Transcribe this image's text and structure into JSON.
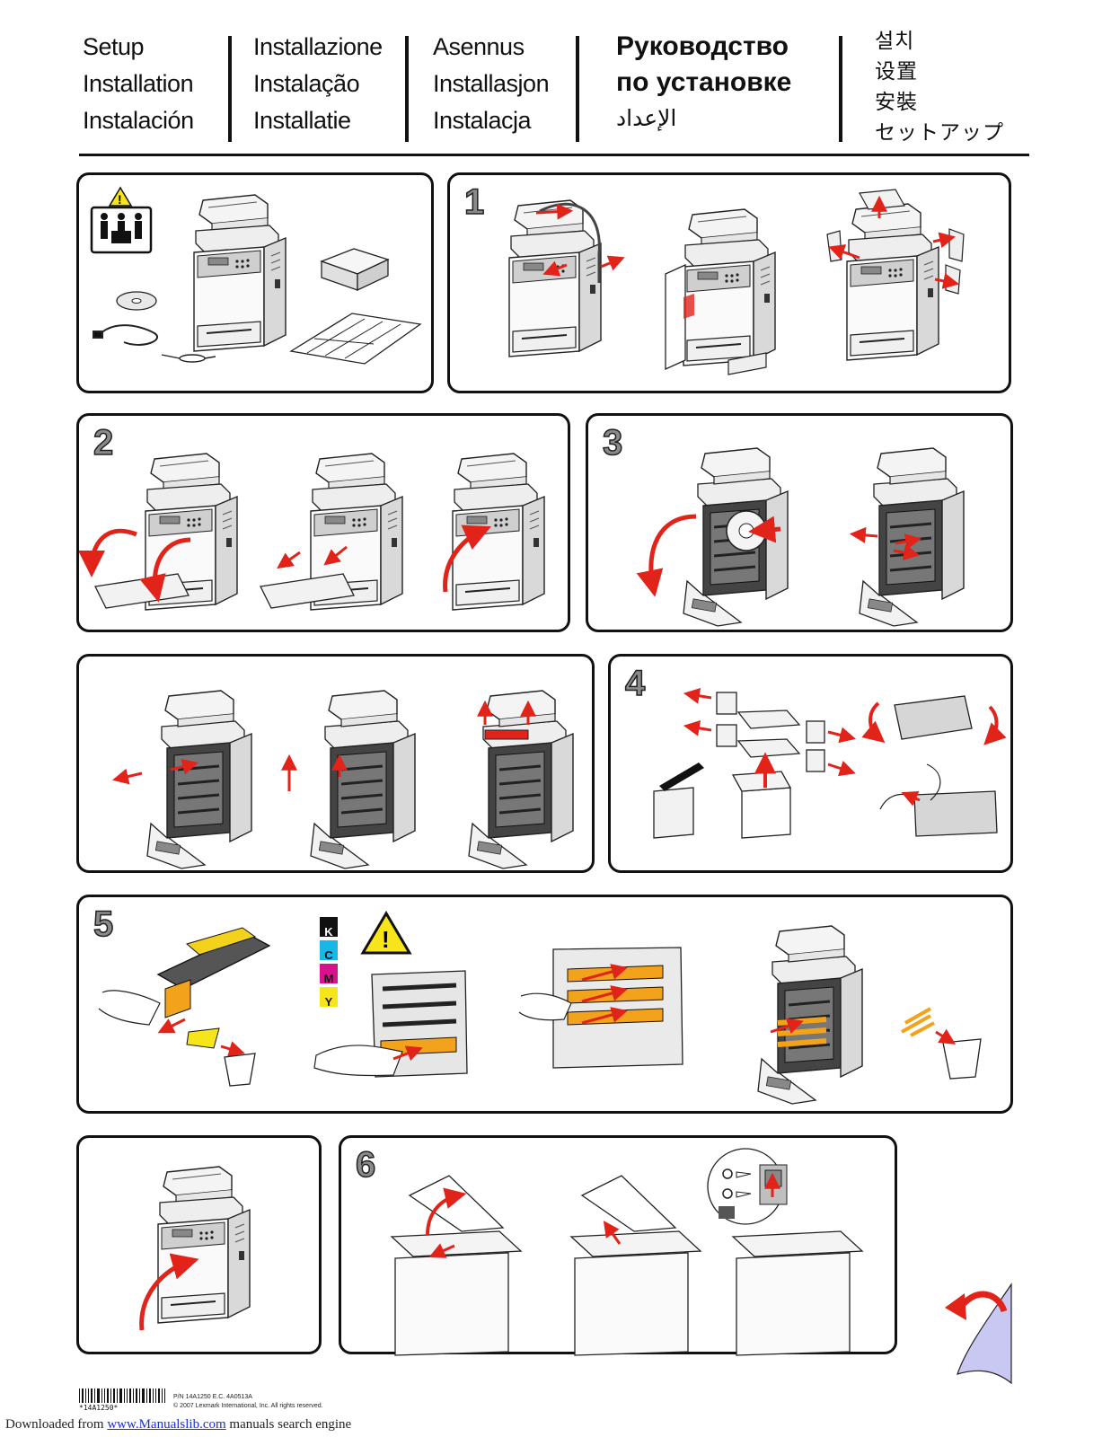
{
  "header": {
    "col1": [
      "Setup",
      "Installation",
      "Instalación"
    ],
    "col2": [
      "Installazione",
      "Instalação",
      "Installatie"
    ],
    "col3": [
      "Asennus",
      "Installasjon",
      "Instalacja"
    ],
    "col4": [
      "Руководство",
      "по установке",
      "الإعداد"
    ],
    "col5": [
      "설치",
      "设置",
      "安裝",
      "セットアップ"
    ]
  },
  "steps": {
    "s1": "1",
    "s2": "2",
    "s3": "3",
    "s4": "4",
    "s5": "5",
    "s6": "6"
  },
  "cartridge_labels": [
    "K",
    "C",
    "M",
    "Y"
  ],
  "colors": {
    "arrow": "#e2231a",
    "toner_yellow": "#f2d21b",
    "toner_orange": "#f2a21b",
    "cyan": "#19b6e8",
    "magenta": "#d6138c",
    "yellow": "#f6e51b",
    "black": "#111111"
  },
  "footer": {
    "pn": "P/N  14A1250      E.C.  4A0513A",
    "copyright": "© 2007 Lexmark International, Inc. All rights reserved.",
    "barcode_text": "*14A1250*",
    "downloaded_prefix": "Downloaded from ",
    "downloaded_link": "www.Manualslib.com",
    "downloaded_suffix": " manuals search engine"
  }
}
